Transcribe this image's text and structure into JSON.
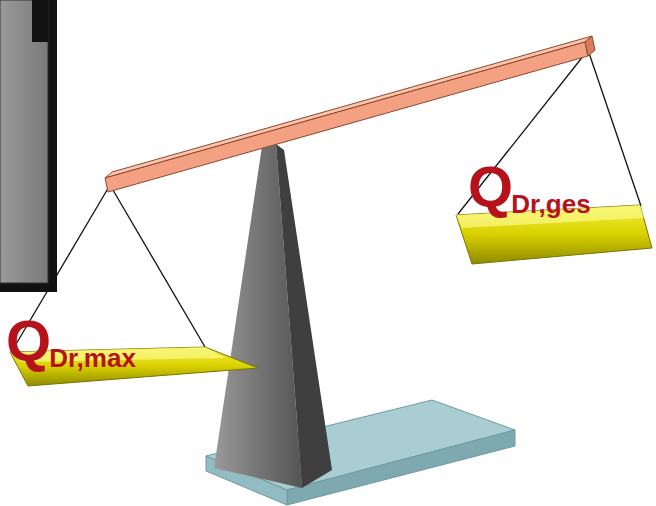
{
  "diagram": {
    "nodes": [
      {
        "text": [
          "Q",
          "Dr,max"
        ]
      },
      {
        "text": [
          "Q",
          "Dr,ges"
        ]
      }
    ]
  }
}
